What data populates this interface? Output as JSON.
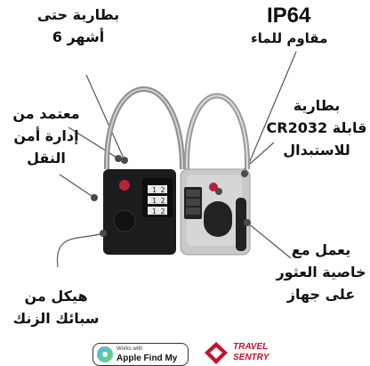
{
  "labels": {
    "battery_life": [
      "بطارية حتى",
      "أشهر 6"
    ],
    "ip_rating": "IP64",
    "water_resistant": "مقاوم للماء",
    "tsa_approved": [
      "معتمد من",
      "إدارة أمن",
      "النقل"
    ],
    "replaceable_battery": [
      "بطارية",
      "قابلة CR2032",
      "للاستبدال"
    ],
    "find_device": [
      "يعمل مع",
      "خاصية العثور",
      "على جهاز"
    ],
    "zinc_body": [
      "هيكل من",
      "سبائك الزنك"
    ]
  },
  "badges": {
    "apple": {
      "line1": "Works with",
      "line2": "Apple Find My"
    },
    "travel_sentry": {
      "line1": "TRAVEL",
      "line2": "SENTRY"
    }
  },
  "colors": {
    "lock_black": "#1c1c1c",
    "lock_silver": "#c9c9c9",
    "tsa_red": "#b8233a",
    "travel_sentry_red": "#c8102e"
  }
}
